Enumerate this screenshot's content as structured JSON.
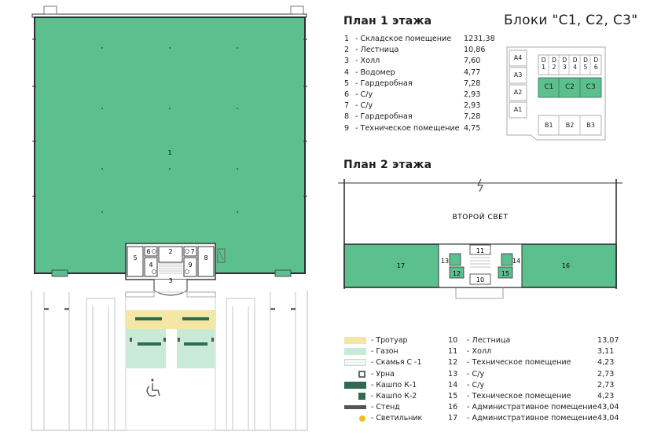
{
  "floor1": {
    "heading": "План 1 этажа",
    "rooms": [
      {
        "num": "1",
        "name": "- Складское помещение",
        "area": "1231,38"
      },
      {
        "num": "2",
        "name": "- Лестница",
        "area": "10,86"
      },
      {
        "num": "3",
        "name": "- Холл",
        "area": "7,60"
      },
      {
        "num": "4",
        "name": "- Водомер",
        "area": "4,77"
      },
      {
        "num": "5",
        "name": "- Гардеробная",
        "area": "7,28"
      },
      {
        "num": "6",
        "name": "- С/у",
        "area": "2,93"
      },
      {
        "num": "7",
        "name": "- С/у",
        "area": "2,93"
      },
      {
        "num": "8",
        "name": "- Гардеробная",
        "area": "7,28"
      },
      {
        "num": "9",
        "name": "- Техническое помещение",
        "area": "4,75"
      }
    ],
    "plan_labels": {
      "r1": "1",
      "r2": "2",
      "r3": "3",
      "r4": "4",
      "r5": "5",
      "r6": "6",
      "r7": "7",
      "r8": "8",
      "r9": "9"
    }
  },
  "floor2": {
    "heading": "План 2 этажа",
    "void_label": "ВТОРОЙ СВЕТ",
    "rooms": [
      {
        "num": "10",
        "name": "- Лестница",
        "area": "13,07"
      },
      {
        "num": "11",
        "name": "- Холл",
        "area": "3,11"
      },
      {
        "num": "12",
        "name": "- Техническое помещение",
        "area": "4,23"
      },
      {
        "num": "13",
        "name": "- С/у",
        "area": "2,73"
      },
      {
        "num": "14",
        "name": "- С/у",
        "area": "2,73"
      },
      {
        "num": "15",
        "name": "- Техническое помещение",
        "area": "4,23"
      },
      {
        "num": "16",
        "name": "- Административное помещение",
        "area": "43,04"
      },
      {
        "num": "17",
        "name": "- Административное помещение",
        "area": "43,04"
      }
    ],
    "plan_labels": {
      "r10": "10",
      "r11": "11",
      "r12": "12",
      "r13": "13",
      "r14": "14",
      "r15": "15",
      "r16": "16",
      "r17": "17"
    }
  },
  "blocks": {
    "title": "Блоки \"С1, С2, С3\"",
    "a": [
      "А4",
      "А3",
      "А2",
      "А1"
    ],
    "d": [
      "D\n1",
      "D\n2",
      "D\n3",
      "D\n4",
      "D\n5",
      "D\n6"
    ],
    "c": [
      "С1",
      "С2",
      "С3"
    ],
    "b": [
      "В1",
      "В2",
      "В3"
    ]
  },
  "legend": [
    {
      "label": "- Тротуар",
      "swatch": "#f4e7a6"
    },
    {
      "label": "- Газон",
      "swatch": "#c8ead6"
    },
    {
      "label": "- Скамья С -1",
      "swatch": "#e7f3ec"
    },
    {
      "label": "- Урна",
      "swatch": "#6a6a6a"
    },
    {
      "label": "- Кашпо К-1",
      "swatch": "#2f6b4f"
    },
    {
      "label": "- Кашпо К-2",
      "swatch": "#2f6b4f"
    },
    {
      "label": "- Стенд",
      "swatch": "#555555"
    },
    {
      "label": "- Светильник",
      "swatch": "#e8c21c"
    }
  ],
  "colors": {
    "room_green": "#5cc08e",
    "sidewalk": "#f4e7a6",
    "lawn": "#c8ead6",
    "wall": "#3a3a3a"
  }
}
